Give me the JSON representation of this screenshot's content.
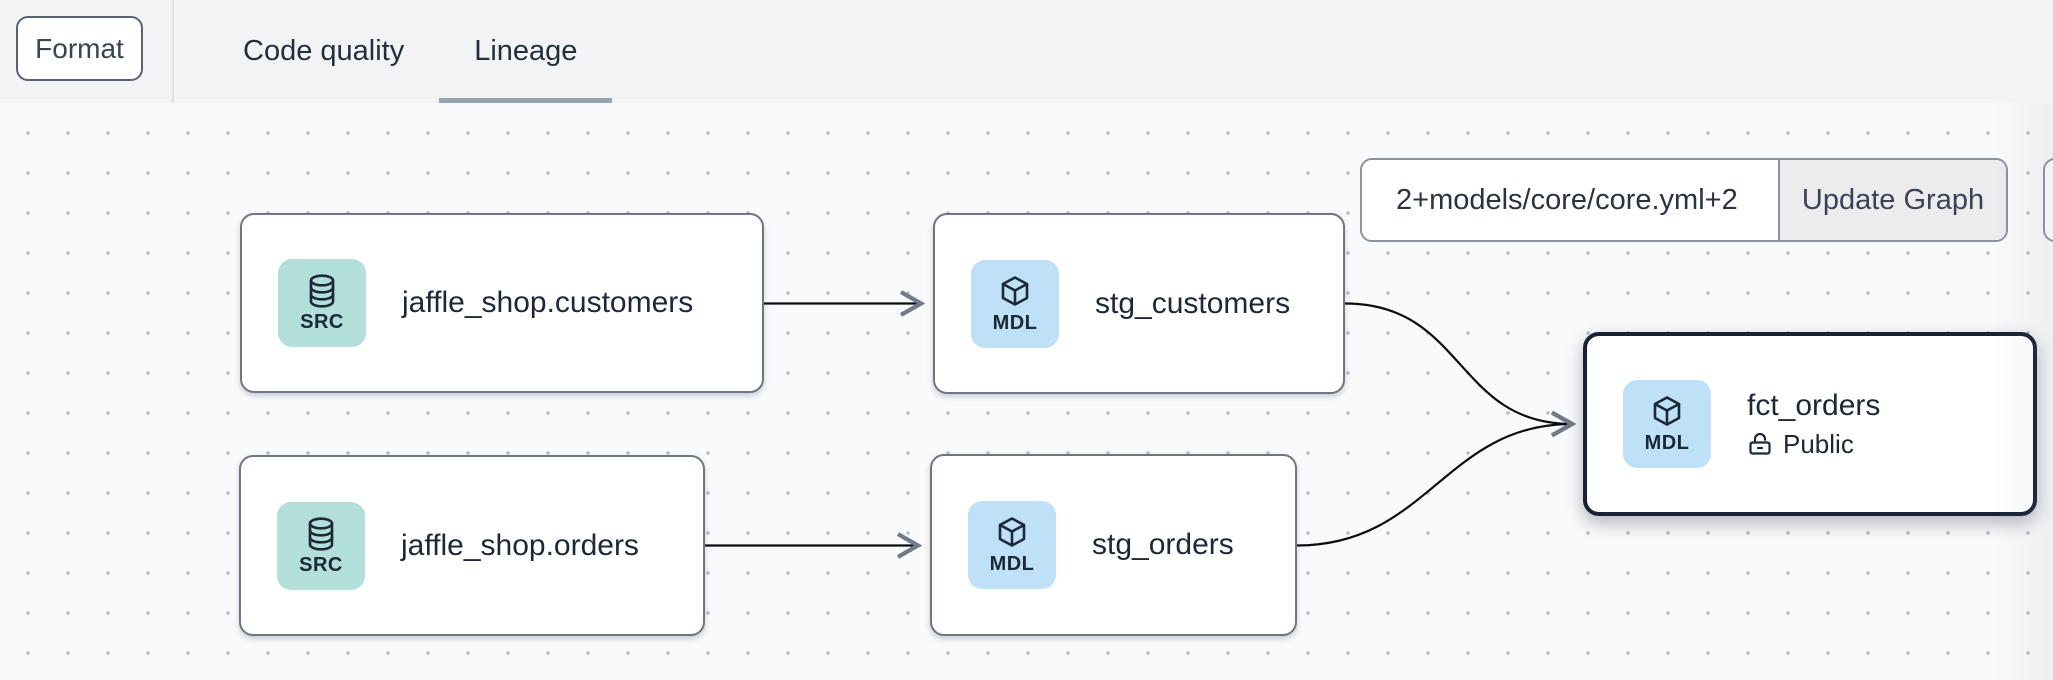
{
  "toolbar": {
    "format_label": "Format",
    "tabs": [
      {
        "label": "Code quality",
        "active": false
      },
      {
        "label": "Lineage",
        "active": true
      }
    ]
  },
  "filter": {
    "value": "2+models/core/core.yml+2",
    "button_label": "Update Graph"
  },
  "graph": {
    "nodes": [
      {
        "label": "jaffle_shop.customers",
        "badge": "SRC",
        "kind": "source"
      },
      {
        "label": "stg_customers",
        "badge": "MDL",
        "kind": "model"
      },
      {
        "label": "jaffle_shop.orders",
        "badge": "SRC",
        "kind": "source"
      },
      {
        "label": "stg_orders",
        "badge": "MDL",
        "kind": "model"
      },
      {
        "label": "fct_orders",
        "badge": "MDL",
        "kind": "model",
        "access": "Public",
        "selected": true
      }
    ],
    "edges": [
      {
        "source": "jaffle_shop.customers",
        "target": "stg_customers"
      },
      {
        "source": "jaffle_shop.orders",
        "target": "stg_orders"
      },
      {
        "source": "stg_customers",
        "target": "fct_orders"
      },
      {
        "source": "stg_orders",
        "target": "fct_orders"
      }
    ]
  },
  "colors": {
    "source_badge_bg": "#b2dfda",
    "model_badge_bg": "#bfe1f8",
    "edge": "#0d0d0d",
    "arrowhead": "#707a89",
    "node_border": "#6d7683",
    "selected_node_border": "#182234",
    "active_tab_underline": "#9aa3b0",
    "toolbar_bg": "#f2f3f5",
    "canvas_bg": "#f9fafb"
  }
}
